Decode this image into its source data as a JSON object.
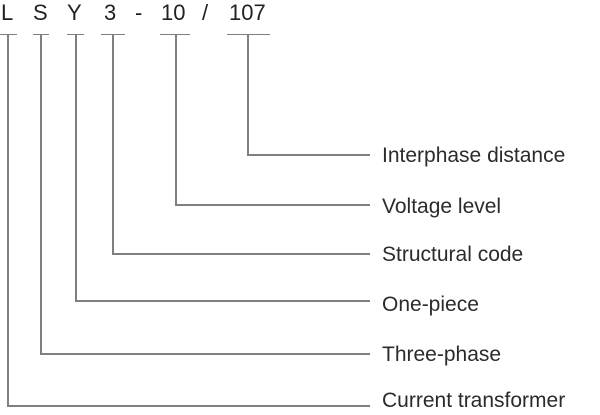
{
  "model": {
    "full_code": "L S Y 3 - 10 / 107",
    "tokens": [
      {
        "text": "L"
      },
      {
        "text": "S"
      },
      {
        "text": "Y"
      },
      {
        "text": "3"
      },
      {
        "text": "-"
      },
      {
        "text": "10"
      },
      {
        "text": "/"
      },
      {
        "text": "107"
      }
    ]
  },
  "callouts": [
    {
      "token": "107",
      "label": "Interphase distance"
    },
    {
      "token": "10",
      "label": "Voltage level"
    },
    {
      "token": "3",
      "label": "Structural code"
    },
    {
      "token": "Y",
      "label": "One-piece"
    },
    {
      "token": "S",
      "label": "Three-phase"
    },
    {
      "token": "L",
      "label": "Current transformer"
    }
  ],
  "colors": {
    "background": "#ffffff",
    "code_text": "#222222",
    "label_text": "#2b2b2b",
    "line": "#7f7f7f"
  }
}
